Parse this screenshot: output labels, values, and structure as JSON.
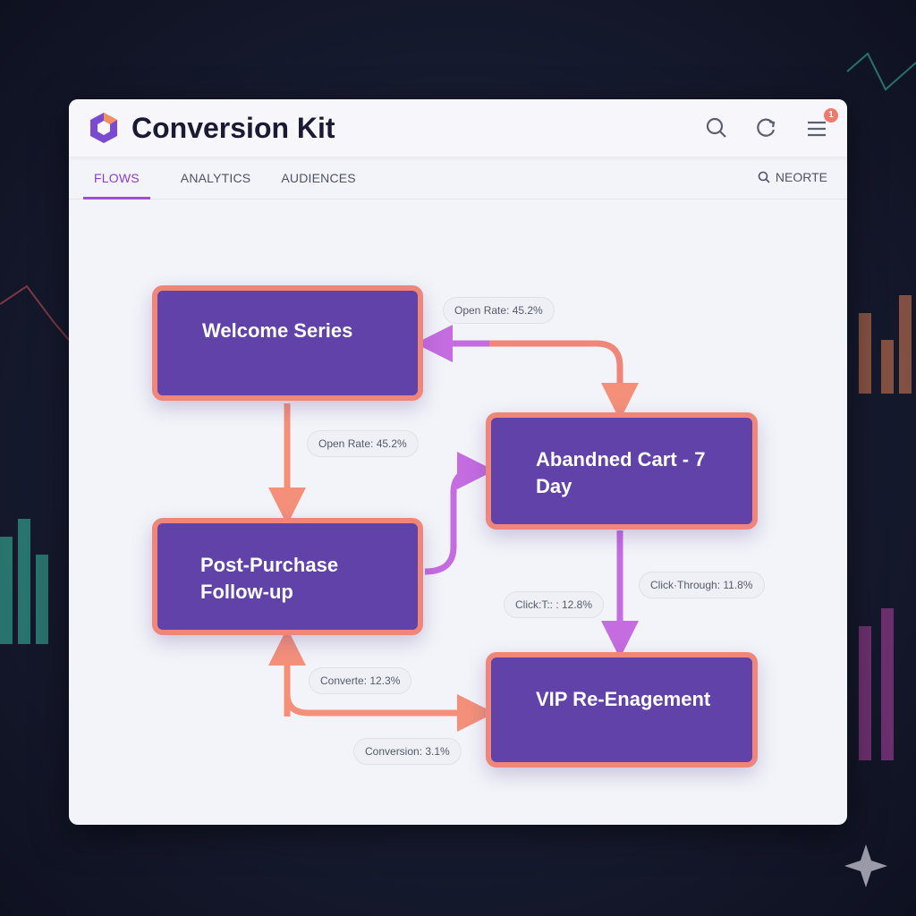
{
  "app": {
    "title": "Conversion Kit",
    "notification_count": "1"
  },
  "tabs": [
    {
      "label": "FLOWS"
    },
    {
      "label": "ANALYTICS"
    },
    {
      "label": "AUDIENCES"
    }
  ],
  "search": {
    "label": "NEORTE"
  },
  "nodes": {
    "welcome": "Welcome Series",
    "post_purchase": "Post-Purchase Follow-up",
    "abandoned": "Abandned Cart - 7 Day",
    "vip": "VIP Re-Enagement"
  },
  "metrics": {
    "m1": "Open Rate: 45.2%",
    "m2": "Open Rate: 45.2%",
    "m3": "Click·Through: 11.8%",
    "m4": "Click:T:: : 12.8%",
    "m5": "Converte: 12.3%",
    "m6": "Conversion: 3.1%"
  },
  "colors": {
    "accent": "#8a3fc8",
    "node": "#6042a8",
    "border": "#f0857a",
    "arrow_orange": "#f4907a",
    "arrow_purple": "#c46ce0"
  }
}
